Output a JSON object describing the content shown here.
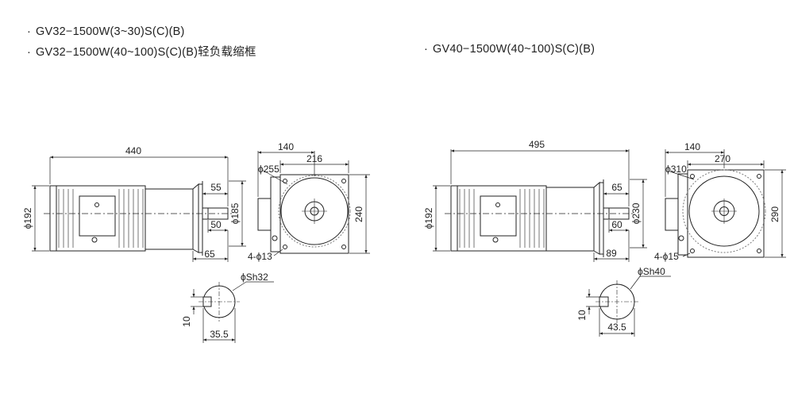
{
  "header": {
    "bullet": "·",
    "left_line1": "GV32−1500W(3~30)S(C)(B)",
    "left_line2": "GV32−1500W(40~100)S(C)(B)轻负载缩框",
    "right_line1": "GV40−1500W(40~100)S(C)(B)"
  },
  "left_drawing": {
    "overall_length": "440",
    "motor_dia": "ϕ192",
    "shaft_len_top": "55",
    "shaft_len_bottom": "50",
    "flange_dia": "ϕ185",
    "flange_thickness": "65",
    "front_width": "140",
    "pcd": "ϕ255",
    "square": "216",
    "height": "240",
    "holes": "4-ϕ13",
    "shaft_dia": "ϕSh32",
    "key_width": "10",
    "key_height": "35.5"
  },
  "right_drawing": {
    "overall_length": "495",
    "motor_dia": "ϕ192",
    "shaft_len_top": "65",
    "shaft_len_bottom": "60",
    "flange_dia": "ϕ230",
    "flange_thickness": "89",
    "front_width": "140",
    "pcd": "ϕ310",
    "square": "270",
    "height": "290",
    "holes": "4-ϕ15",
    "shaft_dia": "ϕSh40",
    "key_width": "10",
    "key_height": "43.5"
  }
}
